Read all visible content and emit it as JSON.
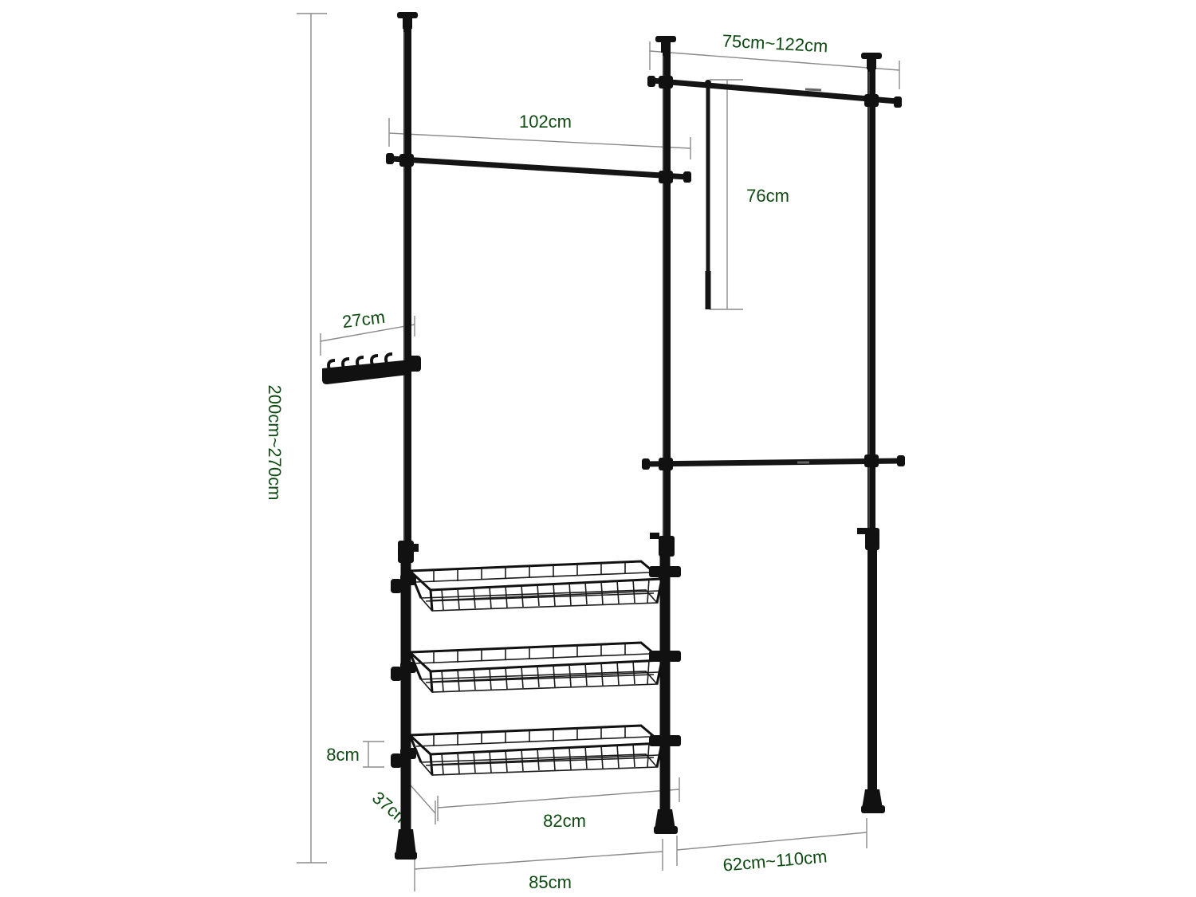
{
  "dimensions": {
    "total_height": "200cm~270cm",
    "top_right_width": "75cm~122cm",
    "upper_rod_length": "102cm",
    "hanger_drop": "76cm",
    "hook_rail_length": "27cm",
    "basket_height": "8cm",
    "basket_depth": "37cm",
    "basket_width": "82cm",
    "left_section_width": "85cm",
    "right_section_width": "62cm~110cm"
  },
  "colors": {
    "label_text": "#0f4a12",
    "dimension_line": "#8a8a8a",
    "frame": "#111111",
    "background": "#ffffff"
  },
  "icons": {
    "hook_rail": "hook-rail-icon",
    "basket": "wire-basket-icon",
    "pole": "telescopic-pole-icon"
  }
}
